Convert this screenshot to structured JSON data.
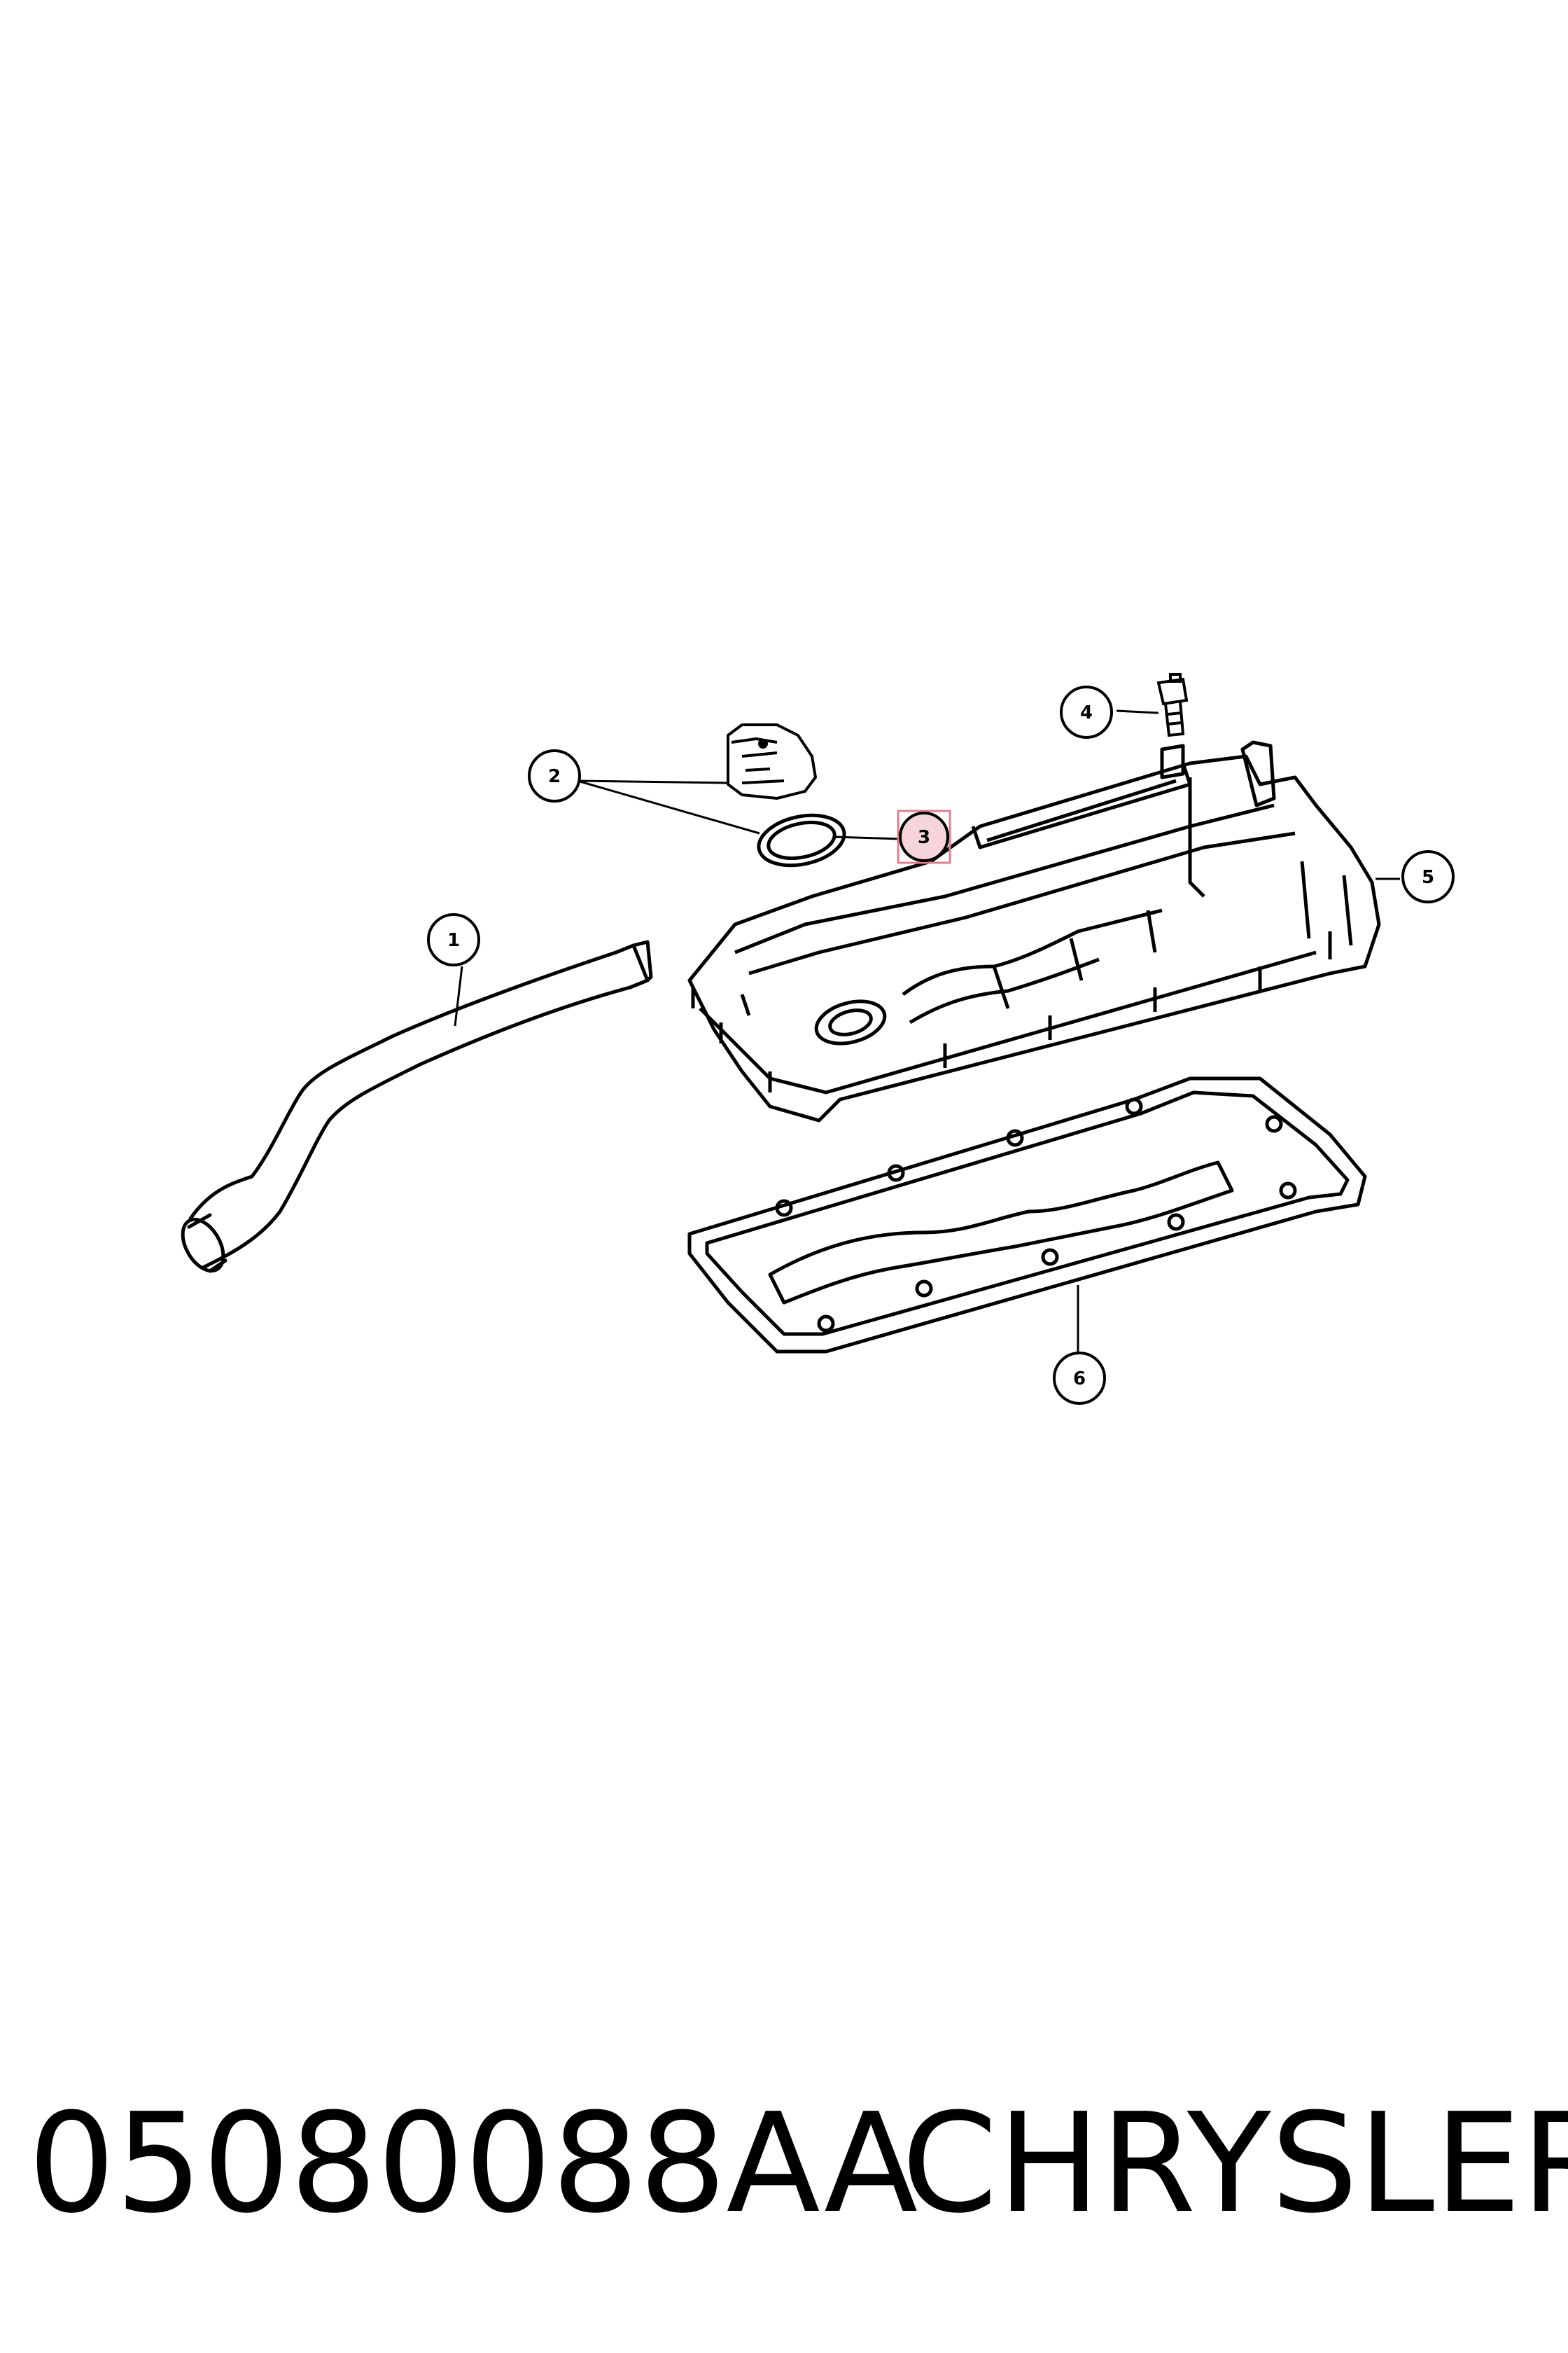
{
  "diagram": {
    "callouts": [
      {
        "id": "1",
        "label": "1",
        "highlighted": false
      },
      {
        "id": "2",
        "label": "2",
        "highlighted": false
      },
      {
        "id": "3",
        "label": "3",
        "highlighted": true
      },
      {
        "id": "4",
        "label": "4",
        "highlighted": false
      },
      {
        "id": "5",
        "label": "5",
        "highlighted": false
      },
      {
        "id": "6",
        "label": "6",
        "highlighted": false
      }
    ],
    "highlight_color": "#e57e8c",
    "highlight_fill": "#f6d5da",
    "line_color": "#000000"
  },
  "footer": {
    "part_number": "05080088AA",
    "brand": "CHRYSLER"
  }
}
